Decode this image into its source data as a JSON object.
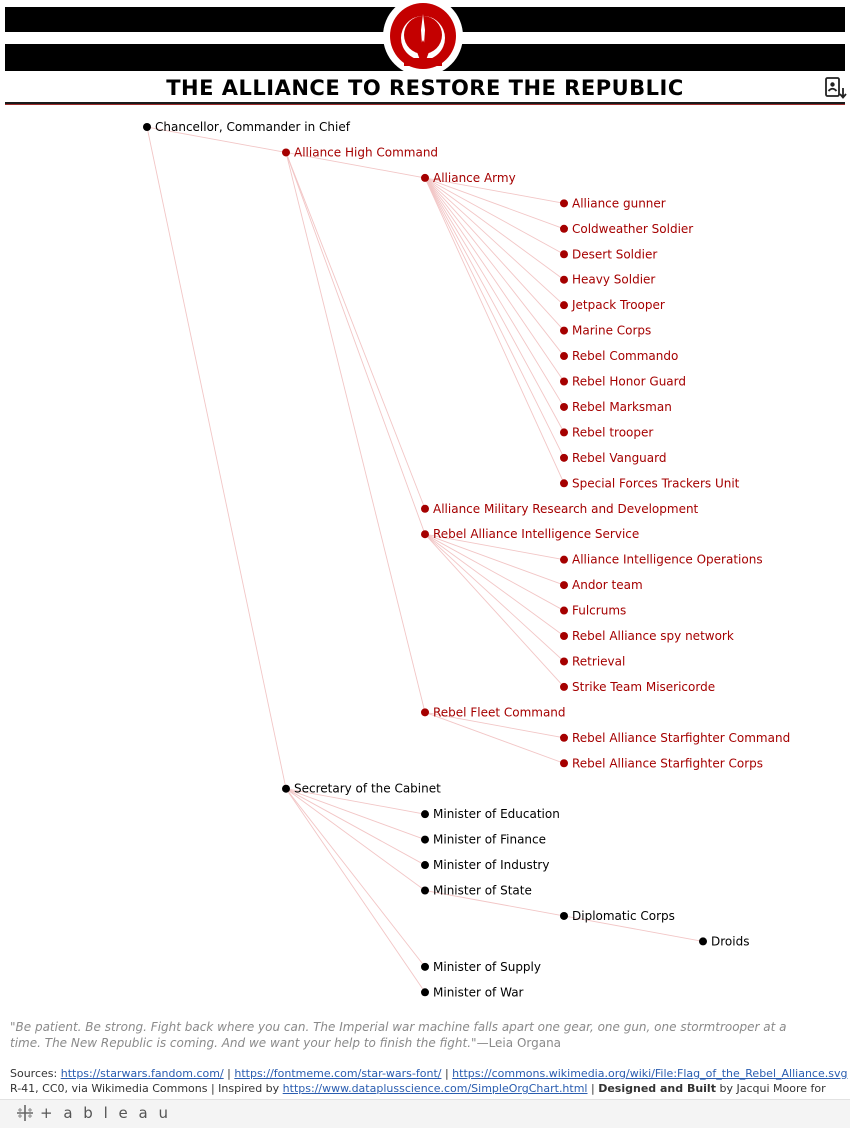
{
  "header": {
    "title": "THE ALLIANCE TO RESTORE THE REPUBLIC",
    "emblem_icon": "rebel-alliance-starbird-icon",
    "download_icon": "download-icon",
    "accent_red": "#c40000",
    "band_color": "#000000"
  },
  "diagram": {
    "type": "org-tree",
    "colors": {
      "command_branch": "#a50000",
      "civil_branch": "#000000",
      "edge": "#f2c6c6"
    },
    "nodes": [
      {
        "id": "chancellor",
        "label": "Chancellor, Commander in Chief",
        "parent": null,
        "depth": 0,
        "row": 0,
        "branch": "civil"
      },
      {
        "id": "high-command",
        "label": "Alliance High Command",
        "parent": "chancellor",
        "depth": 1,
        "row": 1,
        "branch": "command"
      },
      {
        "id": "army",
        "label": "Alliance Army",
        "parent": "high-command",
        "depth": 2,
        "row": 2,
        "branch": "command"
      },
      {
        "id": "gunner",
        "label": "Alliance gunner",
        "parent": "army",
        "depth": 3,
        "row": 3,
        "branch": "command"
      },
      {
        "id": "coldweather",
        "label": "Coldweather Soldier",
        "parent": "army",
        "depth": 3,
        "row": 4,
        "branch": "command"
      },
      {
        "id": "desert",
        "label": "Desert Soldier",
        "parent": "army",
        "depth": 3,
        "row": 5,
        "branch": "command"
      },
      {
        "id": "heavy",
        "label": "Heavy Soldier",
        "parent": "army",
        "depth": 3,
        "row": 6,
        "branch": "command"
      },
      {
        "id": "jetpack",
        "label": "Jetpack Trooper",
        "parent": "army",
        "depth": 3,
        "row": 7,
        "branch": "command"
      },
      {
        "id": "marine",
        "label": "Marine Corps",
        "parent": "army",
        "depth": 3,
        "row": 8,
        "branch": "command"
      },
      {
        "id": "commando",
        "label": "Rebel Commando",
        "parent": "army",
        "depth": 3,
        "row": 9,
        "branch": "command"
      },
      {
        "id": "honor-guard",
        "label": "Rebel Honor Guard",
        "parent": "army",
        "depth": 3,
        "row": 10,
        "branch": "command"
      },
      {
        "id": "marksman",
        "label": "Rebel Marksman",
        "parent": "army",
        "depth": 3,
        "row": 11,
        "branch": "command"
      },
      {
        "id": "trooper",
        "label": "Rebel trooper",
        "parent": "army",
        "depth": 3,
        "row": 12,
        "branch": "command"
      },
      {
        "id": "vanguard",
        "label": "Rebel Vanguard",
        "parent": "army",
        "depth": 3,
        "row": 13,
        "branch": "command"
      },
      {
        "id": "trackers",
        "label": "Special Forces Trackers Unit",
        "parent": "army",
        "depth": 3,
        "row": 14,
        "branch": "command"
      },
      {
        "id": "research",
        "label": "Alliance Military Research and Development",
        "parent": "high-command",
        "depth": 2,
        "row": 15,
        "branch": "command"
      },
      {
        "id": "intel",
        "label": "Rebel Alliance Intelligence Service",
        "parent": "high-command",
        "depth": 2,
        "row": 16,
        "branch": "command"
      },
      {
        "id": "intel-ops",
        "label": "Alliance Intelligence Operations",
        "parent": "intel",
        "depth": 3,
        "row": 17,
        "branch": "command"
      },
      {
        "id": "andor",
        "label": "Andor team",
        "parent": "intel",
        "depth": 3,
        "row": 18,
        "branch": "command"
      },
      {
        "id": "fulcrums",
        "label": "Fulcrums",
        "parent": "intel",
        "depth": 3,
        "row": 19,
        "branch": "command"
      },
      {
        "id": "spy-network",
        "label": "Rebel Alliance spy network",
        "parent": "intel",
        "depth": 3,
        "row": 20,
        "branch": "command"
      },
      {
        "id": "retrieval",
        "label": "Retrieval",
        "parent": "intel",
        "depth": 3,
        "row": 21,
        "branch": "command"
      },
      {
        "id": "misericorde",
        "label": "Strike Team Misericorde",
        "parent": "intel",
        "depth": 3,
        "row": 22,
        "branch": "command"
      },
      {
        "id": "fleet",
        "label": "Rebel Fleet Command",
        "parent": "high-command",
        "depth": 2,
        "row": 23,
        "branch": "command"
      },
      {
        "id": "starfighter-command",
        "label": "Rebel Alliance Starfighter Command",
        "parent": "fleet",
        "depth": 3,
        "row": 24,
        "branch": "command"
      },
      {
        "id": "starfighter-corps",
        "label": "Rebel Alliance Starfighter Corps",
        "parent": "fleet",
        "depth": 3,
        "row": 25,
        "branch": "command"
      },
      {
        "id": "cabinet",
        "label": "Secretary of the Cabinet",
        "parent": "chancellor",
        "depth": 1,
        "row": 26,
        "branch": "civil"
      },
      {
        "id": "education",
        "label": "Minister of Education",
        "parent": "cabinet",
        "depth": 2,
        "row": 27,
        "branch": "civil"
      },
      {
        "id": "finance",
        "label": "Minister of Finance",
        "parent": "cabinet",
        "depth": 2,
        "row": 28,
        "branch": "civil"
      },
      {
        "id": "industry",
        "label": "Minister of Industry",
        "parent": "cabinet",
        "depth": 2,
        "row": 29,
        "branch": "civil"
      },
      {
        "id": "state",
        "label": "Minister of State",
        "parent": "cabinet",
        "depth": 2,
        "row": 30,
        "branch": "civil"
      },
      {
        "id": "diplomatic",
        "label": "Diplomatic Corps",
        "parent": "state",
        "depth": 3,
        "row": 31,
        "branch": "civil"
      },
      {
        "id": "droids",
        "label": "Droids",
        "parent": "diplomatic",
        "depth": 4,
        "row": 32,
        "branch": "civil"
      },
      {
        "id": "supply",
        "label": "Minister of Supply",
        "parent": "cabinet",
        "depth": 2,
        "row": 33,
        "branch": "civil"
      },
      {
        "id": "war",
        "label": "Minister of War",
        "parent": "cabinet",
        "depth": 2,
        "row": 34,
        "branch": "civil"
      }
    ]
  },
  "footer": {
    "quote_text": "\"Be patient. Be strong. Fight back where you can. The Imperial war machine falls apart one gear, one gun, one stormtrooper at a time. The New Republic is coming. And we want your help to finish the fight.\"",
    "quote_author": "—Leia Organa",
    "sources_prefix": "Sources: ",
    "link1": "https://starwars.fandom.com/",
    "sep1": " | ",
    "link2": "https://fontmeme.com/star-wars-font/",
    "sep2": " | ",
    "link3": "https://commons.wikimedia.org/wiki/File:Flag_of_the_Rebel_Alliance.svg",
    "license_text": " R-41, CC0, via Wikimedia Commons | Inspired by ",
    "link4": "https://www.dataplusscience.com/SimpleOrgChart.html",
    "sep3": " | ",
    "designed_bold": "Designed and Built",
    "designed_rest": " by Jacqui Moore for educational purposes",
    "tableau_label": "+ a b l e a u",
    "tableau_icon": "tableau-cross-icon"
  }
}
